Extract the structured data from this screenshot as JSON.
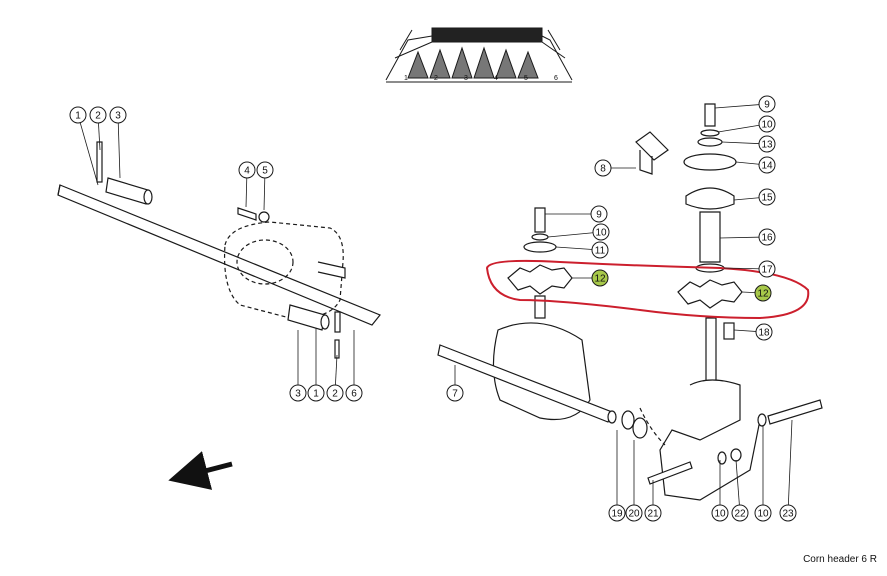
{
  "caption": "Corn header 6 R",
  "thumbnail_row_labels": [
    "1",
    "2",
    "3",
    "4",
    "5",
    "6"
  ],
  "callouts": {
    "left_top": [
      "1",
      "2",
      "3"
    ],
    "left_mid": [
      "4",
      "5"
    ],
    "left_bottom": [
      "3",
      "1",
      "2",
      "6"
    ],
    "right": [
      "9",
      "10",
      "13",
      "14",
      "15",
      "16",
      "17",
      "12",
      "18",
      "8",
      "9",
      "10",
      "11",
      "12",
      "7",
      "19",
      "20",
      "21",
      "10",
      "22",
      "10",
      "23"
    ]
  },
  "colors": {
    "line": "#1a1a1a",
    "highlight_outline": "#cc1f2d",
    "callout_highlight": "#a8c94a"
  },
  "icons": {
    "direction": "arrow-left-down-icon"
  }
}
